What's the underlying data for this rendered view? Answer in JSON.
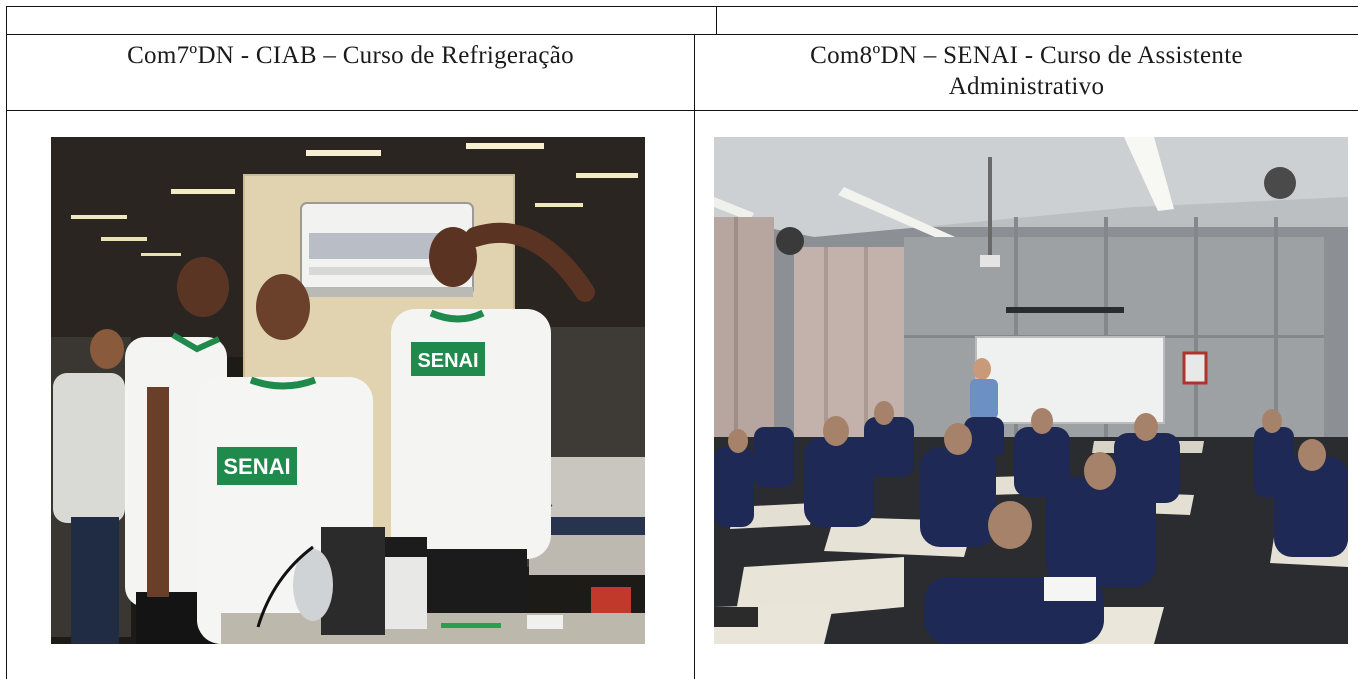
{
  "table": {
    "left": {
      "caption": "Com7ºDN - CIAB – Curso de Refrigeração",
      "photo": {
        "shirt_label_1": "SENAI",
        "shirt_label_2": "SENAI"
      }
    },
    "right": {
      "caption_line1": "Com8ºDN – SENAI - Curso de Assistente",
      "caption_line2": "Administrativo"
    }
  },
  "colors": {
    "border": "#111111",
    "senai_green": "#1f8a4c",
    "uniform_navy": "#1e2a55"
  }
}
